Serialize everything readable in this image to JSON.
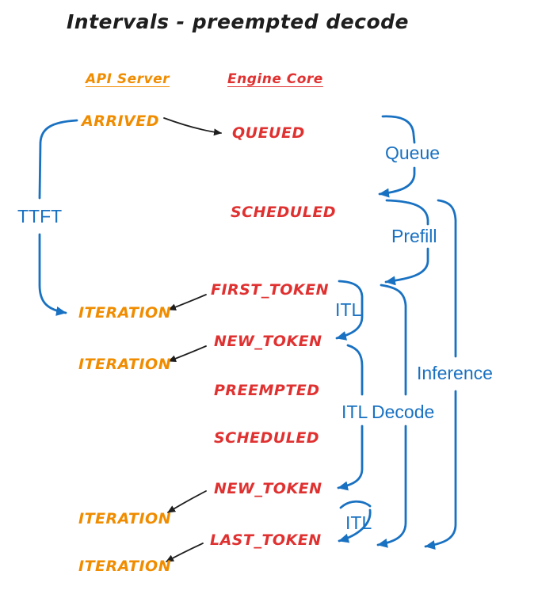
{
  "title": "Intervals - preempted decode",
  "columns": {
    "api_server": "API Server",
    "engine_core": "Engine Core"
  },
  "api_events": [
    "ARRIVED",
    "ITERATION",
    "ITERATION",
    "ITERATION",
    "ITERATION"
  ],
  "engine_events": [
    "QUEUED",
    "SCHEDULED",
    "FIRST_TOKEN",
    "NEW_TOKEN",
    "PREEMPTED",
    "SCHEDULED",
    "NEW_TOKEN",
    "LAST_TOKEN"
  ],
  "intervals": {
    "ttft": "TTFT",
    "queue": "Queue",
    "prefill": "Prefill",
    "itl_1": "ITL",
    "inference": "Inference",
    "itl_2": "ITL",
    "decode": "Decode",
    "itl_3": "ITL"
  },
  "colors": {
    "api_server_orange": "#f08c00",
    "engine_core_red": "#e03131",
    "interval_blue": "#1971c2",
    "ink_black": "#1e1e1e"
  }
}
